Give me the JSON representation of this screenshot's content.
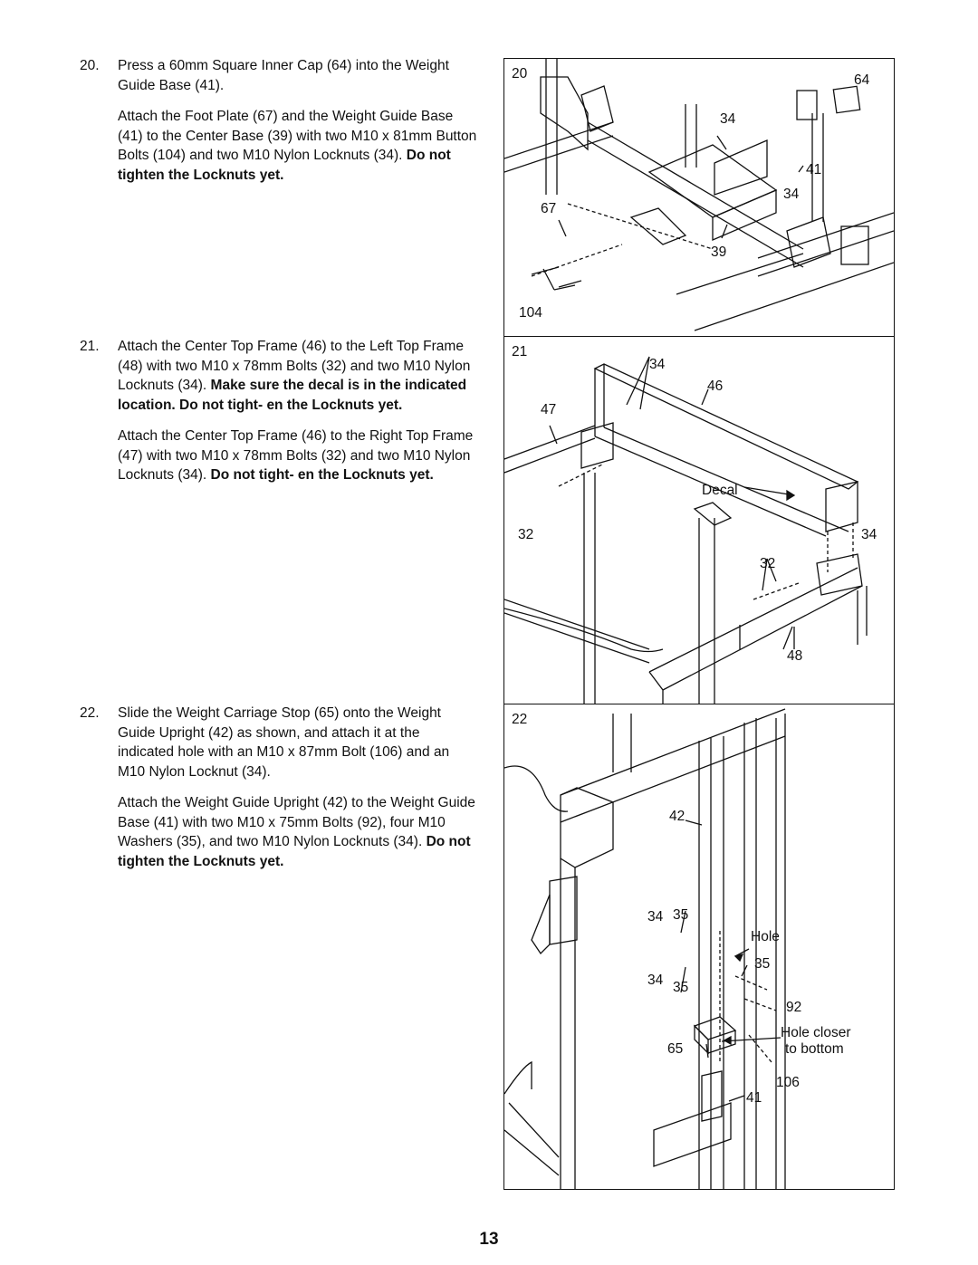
{
  "steps": [
    {
      "number": "20.",
      "paragraphs": [
        {
          "text": "Press a 60mm Square Inner Cap (64) into the Weight Guide Base (41).",
          "bold": ""
        },
        {
          "text": "Attach the Foot Plate (67) and the Weight Guide Base (41) to the Center Base (39) with two M10 x 81mm Button Bolts (104) and two M10 Nylon Locknuts (34).",
          "bold": "Do not tighten the Locknuts yet."
        }
      ]
    },
    {
      "number": "21.",
      "paragraphs": [
        {
          "text": "Attach the Center Top Frame (46) to the Left Top Frame (48) with two M10 x 78mm Bolts (32) and two M10 Nylon Locknuts (34).",
          "bold": "Make sure the decal is in the indicated location. Do not tight- en the Locknuts yet."
        },
        {
          "text": "Attach the Center Top Frame (46) to the Right Top Frame (47) with two M10 x 78mm Bolts (32) and two M10 Nylon Locknuts (34).",
          "bold": "Do not tight- en the Locknuts yet."
        }
      ]
    },
    {
      "number": "22.",
      "paragraphs": [
        {
          "text": "Slide the Weight Carriage Stop (65) onto the Weight Guide Upright (42) as shown, and attach it at the indicated hole with an M10 x 87mm Bolt (106) and an M10 Nylon Locknut (34).",
          "bold": ""
        },
        {
          "text": "Attach the Weight Guide Upright (42) to the Weight Guide Base (41) with two M10 x 75mm Bolts (92), four M10 Washers (35), and two M10 Nylon Locknuts (34).",
          "bold": "Do not tighten the Locknuts yet."
        }
      ]
    }
  ],
  "figures": [
    {
      "step": "20",
      "callouts": [
        "64",
        "34",
        "41",
        "34",
        "67",
        "39",
        "104"
      ]
    },
    {
      "step": "21",
      "callouts": [
        "34",
        "46",
        "47",
        "Decal",
        "32",
        "34",
        "32",
        "48"
      ]
    },
    {
      "step": "22",
      "callouts": [
        "42",
        "34",
        "35",
        "Hole",
        "35",
        "34",
        "35",
        "92",
        "Hole closer",
        "to bottom",
        "65",
        "106",
        "41"
      ]
    }
  ],
  "page_number": "13"
}
